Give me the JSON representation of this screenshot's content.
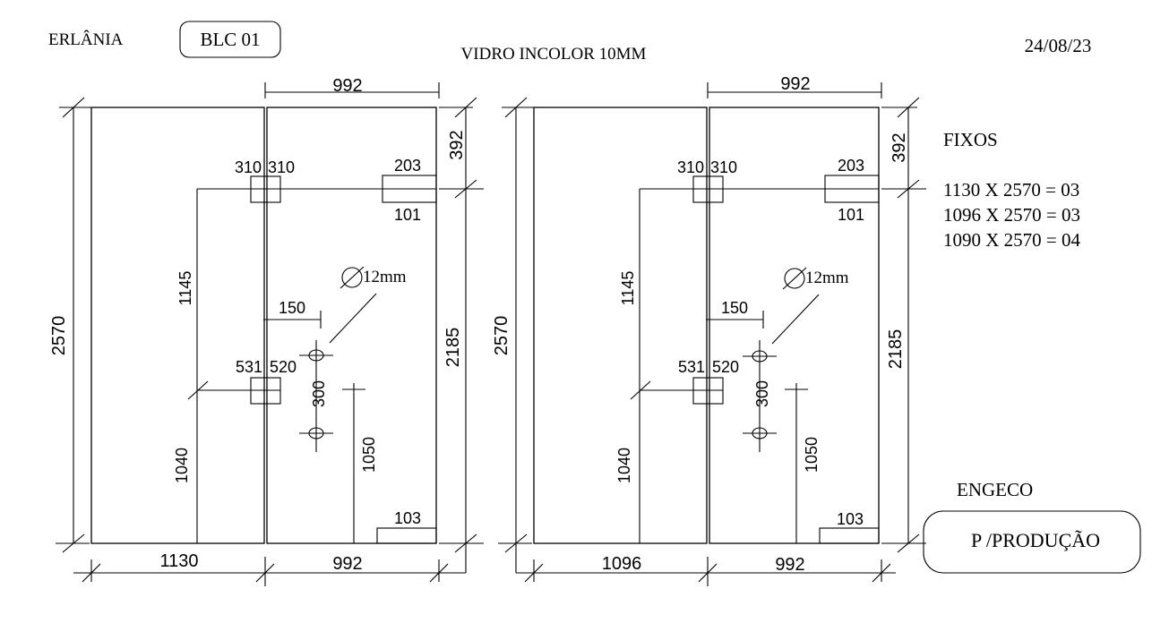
{
  "header": {
    "location": "ERLÂNIA",
    "block": "BLC 01",
    "material": "VIDRO INCOLOR 10MM",
    "date": "24/08/23"
  },
  "notes": {
    "fixos_title": "FIXOS",
    "fixos_items": [
      "1130 X 2570 = 03",
      "1096 X 2570 = 03",
      "1090 X 2570 = 04"
    ],
    "company": "ENGECO",
    "stamp": "P /PRODUÇÃO"
  },
  "panels": [
    {
      "top_width": "992",
      "total_height": "2570",
      "right_upper": "392",
      "right_lower": "2185",
      "left_bottom": "1130",
      "right_bottom": "992",
      "hinge_top_left": "310",
      "hinge_top_right": "310",
      "lock_top": "203",
      "lock_bottom": "101",
      "hinge_mid_left": "531",
      "hinge_mid_right": "520",
      "hole_label": "12mm",
      "hole_offset": "150",
      "hole_spacing": "300",
      "left_upper": "1145",
      "left_lower": "1040",
      "handle_height": "1050",
      "bottom_lock": "103"
    },
    {
      "top_width": "992",
      "total_height": "2570",
      "right_upper": "392",
      "right_lower": "2185",
      "left_bottom": "1096",
      "right_bottom": "992",
      "hinge_top_left": "310",
      "hinge_top_right": "310",
      "lock_top": "203",
      "lock_bottom": "101",
      "hinge_mid_left": "531",
      "hinge_mid_right": "520",
      "hole_label": "12mm",
      "hole_offset": "150",
      "hole_spacing": "300",
      "left_upper": "1145",
      "left_lower": "1040",
      "handle_height": "1050",
      "bottom_lock": "103"
    }
  ]
}
